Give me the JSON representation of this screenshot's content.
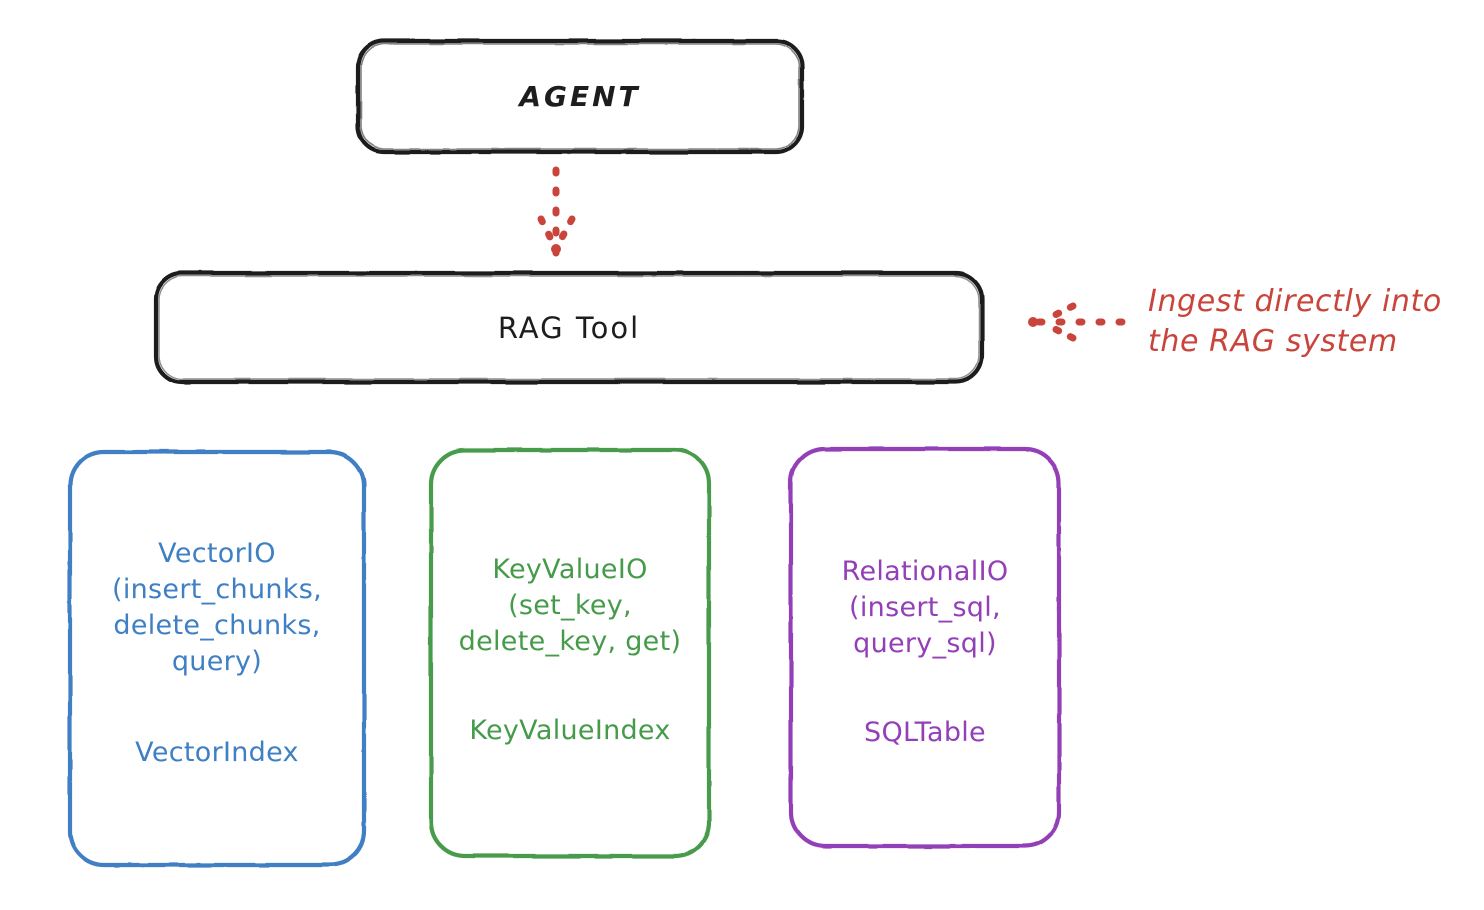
{
  "diagram": {
    "title_node": {
      "label": "AGENT"
    },
    "tool_node": {
      "label": "RAG Tool"
    },
    "annotation": {
      "text": "Ingest directly into\nthe RAG system"
    },
    "stores": [
      {
        "id": "vector",
        "api": "VectorIO\n(insert_chunks,\ndelete_chunks,\nquery)",
        "index": "VectorIndex",
        "color": "#3f7fc4"
      },
      {
        "id": "keyvalue",
        "api": "KeyValueIO\n(set_key,\ndelete_key, get)",
        "index": "KeyValueIndex",
        "color": "#469b4b"
      },
      {
        "id": "relational",
        "api": "RelationalIO\n(insert_sql,\nquery_sql)",
        "index": "SQLTable",
        "color": "#9340b8"
      }
    ],
    "colors": {
      "stroke_dark": "#1d1d1d",
      "accent_red": "#c9453c",
      "background": "#ffffff"
    }
  }
}
